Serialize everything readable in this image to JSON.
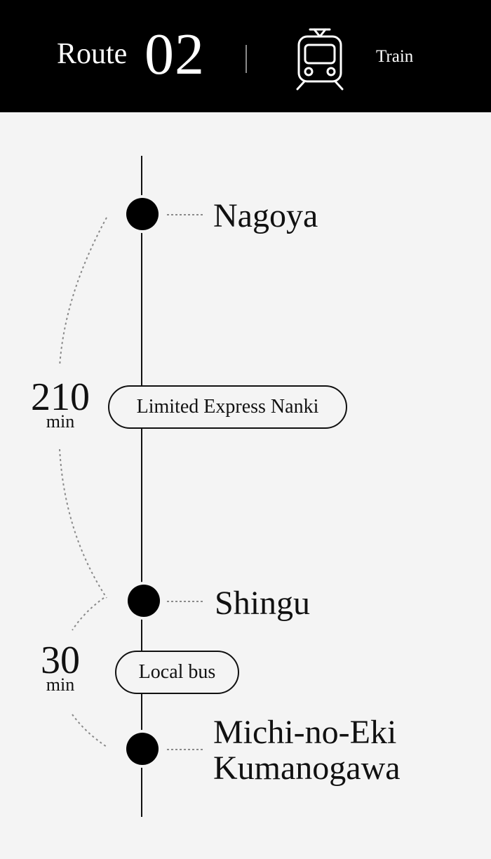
{
  "header": {
    "route_word": "Route",
    "route_number": "02",
    "mode_icon": "train-icon",
    "mode_label": "Train"
  },
  "stops": [
    {
      "name": "Nagoya"
    },
    {
      "name": "Shingu"
    },
    {
      "name_line1": "Michi-no-Eki",
      "name_line2": "Kumanogawa"
    }
  ],
  "segments": [
    {
      "service": "Limited Express Nanki",
      "duration_value": "210",
      "duration_unit": "min"
    },
    {
      "service": "Local bus",
      "duration_value": "30",
      "duration_unit": "min"
    }
  ],
  "colors": {
    "header_background": "#000000",
    "page_background": "#f4f4f4",
    "line": "#111111",
    "dotted_guides": "#8a8a8a"
  }
}
